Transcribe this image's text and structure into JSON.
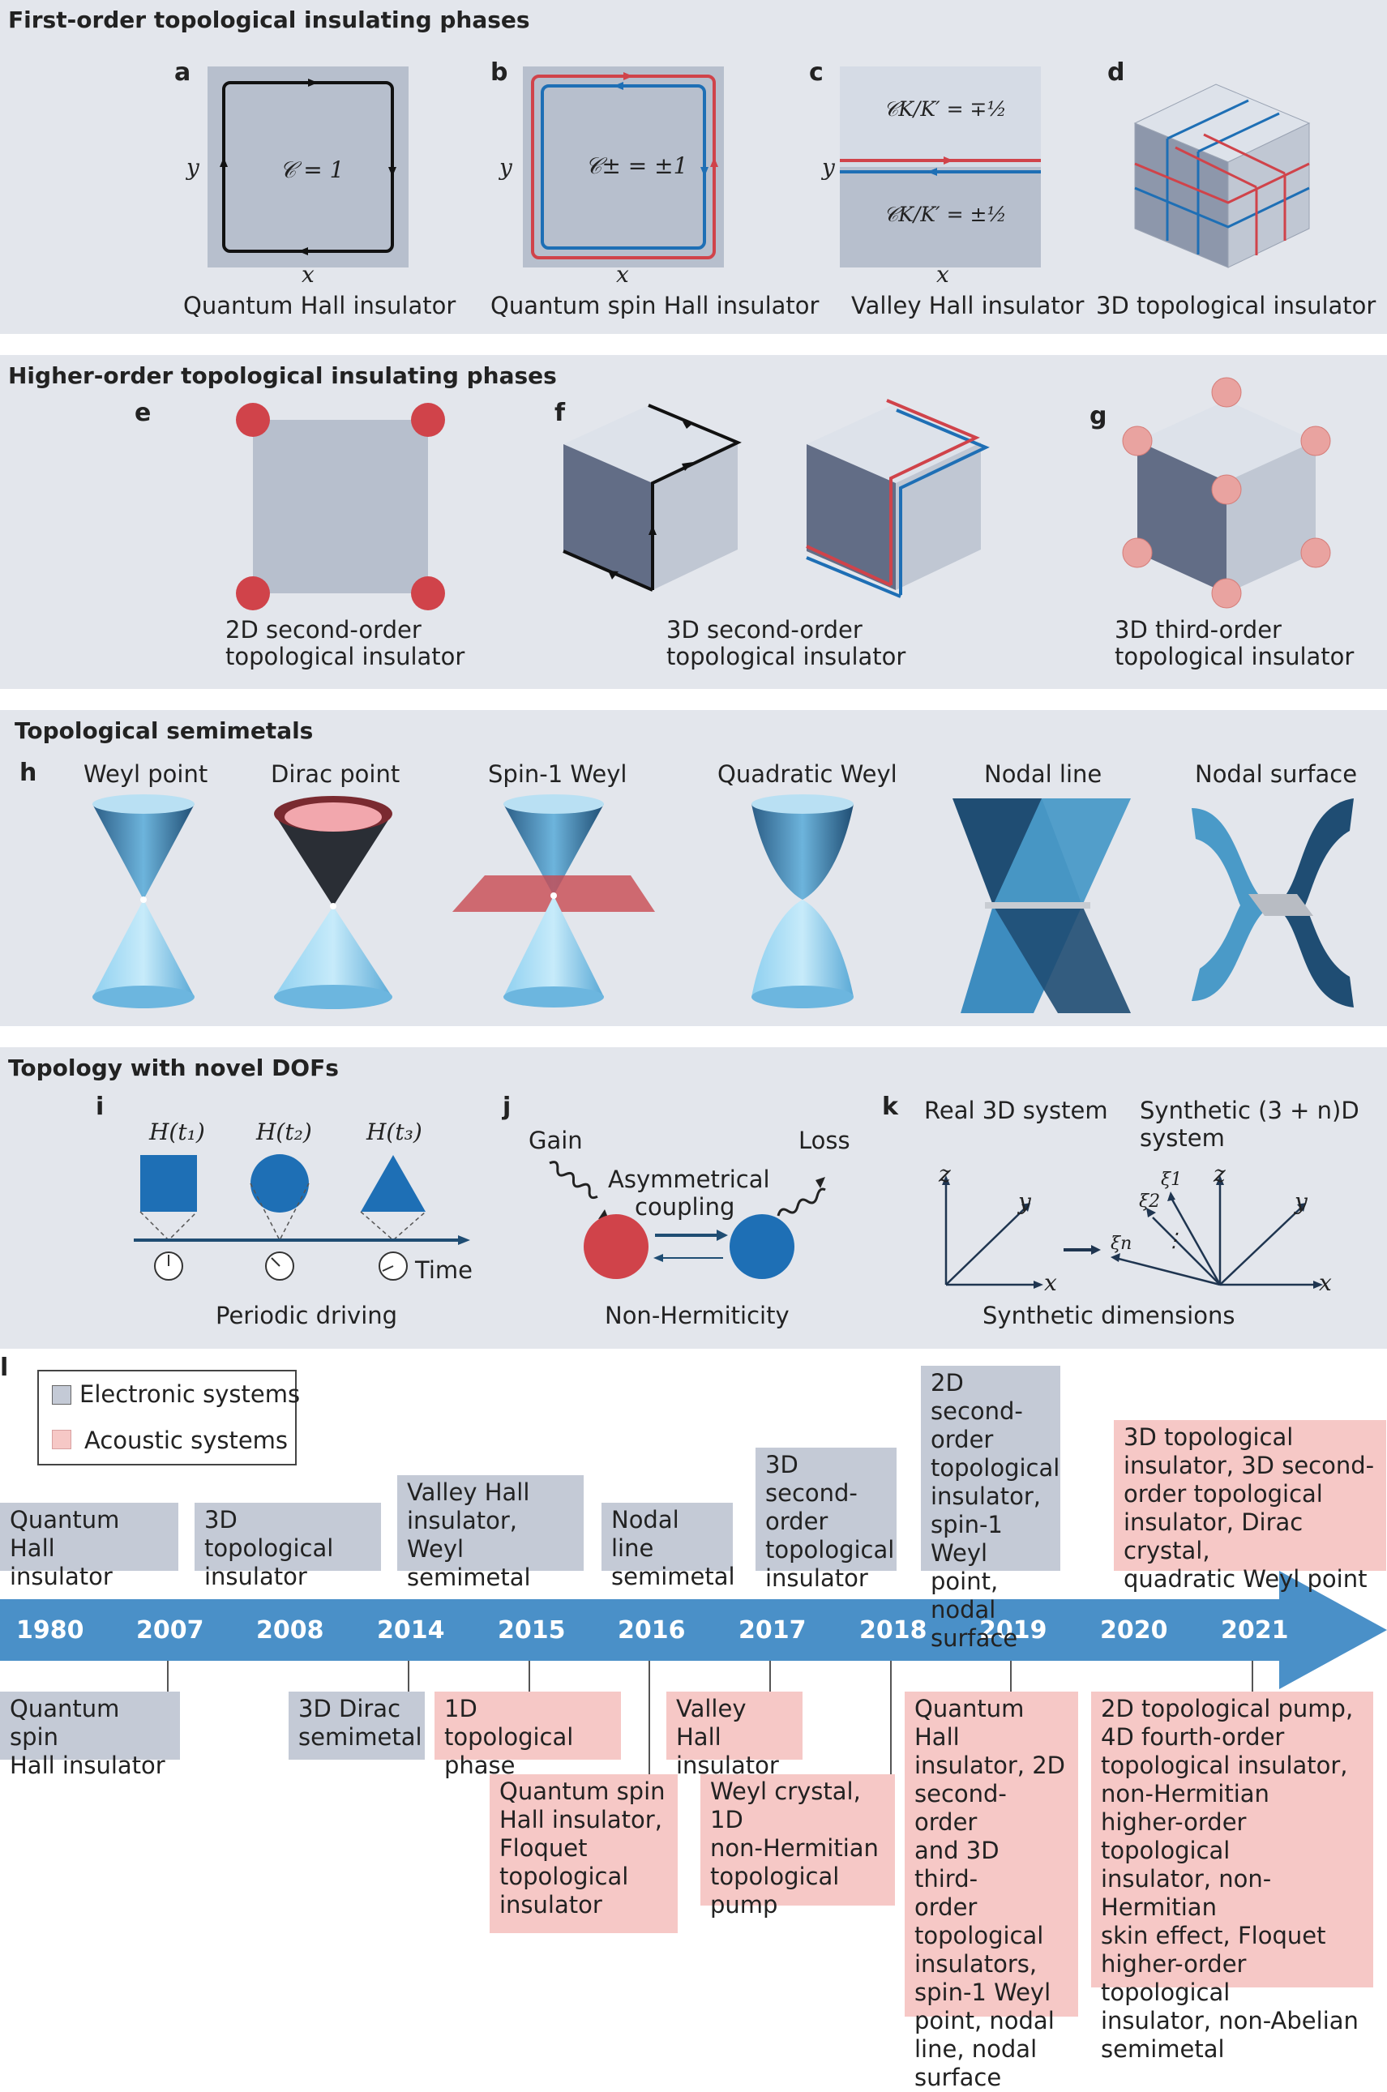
{
  "sections": {
    "first_order": "First-order topological insulating phases",
    "higher_order": "Higher-order topological insulating phases",
    "semimetals": "Topological semimetals",
    "novel_dofs": "Topology with novel DOFs"
  },
  "panel_letters": [
    "a",
    "b",
    "c",
    "d",
    "e",
    "f",
    "g",
    "h",
    "i",
    "j",
    "k",
    "l"
  ],
  "panel_a": {
    "x": "x",
    "y": "y",
    "eq": "𝒞 = 1",
    "caption": "Quantum Hall insulator"
  },
  "panel_b": {
    "x": "x",
    "y": "y",
    "eq": "𝒞± = ±1",
    "caption": "Quantum spin Hall insulator"
  },
  "panel_c": {
    "x": "x",
    "y": "y",
    "eq_top": "𝒞K/K′ = ∓½",
    "eq_bottom": "𝒞K/K′ = ±½",
    "caption": "Valley Hall insulator"
  },
  "panel_d": {
    "caption": "3D topological insulator"
  },
  "panel_e": {
    "caption_1": "2D second-order",
    "caption_2": "topological insulator"
  },
  "panel_f": {
    "caption_1": "3D second-order",
    "caption_2": "topological insulator"
  },
  "panel_g": {
    "caption_1": "3D third-order",
    "caption_2": "topological insulator"
  },
  "panel_h": {
    "items": [
      "Weyl point",
      "Dirac point",
      "Spin-1 Weyl",
      "Quadratic Weyl",
      "Nodal line",
      "Nodal surface"
    ]
  },
  "panel_i": {
    "h1": "H(t₁)",
    "h2": "H(t₂)",
    "h3": "H(t₃)",
    "time": "Time",
    "caption": "Periodic driving"
  },
  "panel_j": {
    "gain": "Gain",
    "loss": "Loss",
    "coupling_1": "Asymmetrical",
    "coupling_2": "coupling",
    "caption": "Non-Hermiticity"
  },
  "panel_k": {
    "real": "Real 3D system",
    "synthetic_1": "Synthetic (3 + n)D",
    "synthetic_2": "system",
    "x": "x",
    "y": "y",
    "z": "z",
    "xi1": "ξ1",
    "xi2": "ξ2",
    "xin": "ξn",
    "dots": "⋮",
    "caption": "Synthetic dimensions"
  },
  "legend": {
    "electronic": "Electronic systems",
    "acoustic": "Acoustic systems"
  },
  "colors": {
    "electronic": "#c4cad6",
    "acoustic": "#f6c8c6",
    "arrow": "#4a90c8",
    "red": "#d0434a",
    "blue": "#1e6fb5"
  },
  "timeline": {
    "years": [
      "1980",
      "2007",
      "2008",
      "2014",
      "2015",
      "2016",
      "2017",
      "2018",
      "2019",
      "2020",
      "2021"
    ],
    "above": [
      [
        "Quantum Hall",
        "insulator"
      ],
      [
        "3D topological",
        "insulator"
      ],
      [
        "Valley Hall",
        "insulator, Weyl",
        "semimetal"
      ],
      [
        "Nodal line",
        "semimetal"
      ],
      [
        "3D second-",
        "order",
        "topological",
        "insulator"
      ],
      [
        "2D second-",
        "order",
        "topological",
        "insulator,",
        "spin-1 Weyl",
        "point, nodal",
        "surface"
      ],
      [
        "3D topological",
        "insulator, 3D second-",
        "order topological",
        "insulator, Dirac crystal,",
        "quadratic Weyl point"
      ]
    ],
    "below": [
      [
        "Quantum spin",
        "Hall insulator"
      ],
      [
        "3D Dirac",
        "semimetal"
      ],
      [
        "1D topological",
        "phase"
      ],
      [
        "Quantum spin",
        "Hall insulator,",
        "Floquet",
        "topological",
        "insulator"
      ],
      [
        "Valley Hall",
        "insulator"
      ],
      [
        "Weyl crystal, 1D",
        "non-Hermitian",
        "topological",
        "pump"
      ],
      [
        "Quantum Hall",
        "insulator, 2D",
        "second-order",
        "and 3D third-",
        "order",
        "topological",
        "insulators,",
        "spin-1 Weyl",
        "point, nodal",
        "line, nodal",
        "surface"
      ],
      [
        "2D topological pump,",
        "4D fourth-order",
        "topological insulator,",
        "non-Hermitian",
        "higher-order topological",
        "insulator, non-Hermitian",
        "skin effect, Floquet",
        "higher-order topological",
        "insulator, non-Abelian",
        "semimetal"
      ]
    ]
  }
}
